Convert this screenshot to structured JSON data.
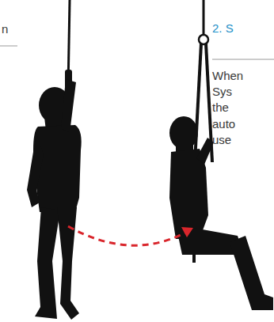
{
  "diagram": {
    "title": "2. S",
    "labels": [
      "n",
      "When",
      "Sys",
      "the",
      "auto",
      "use"
    ]
  }
}
